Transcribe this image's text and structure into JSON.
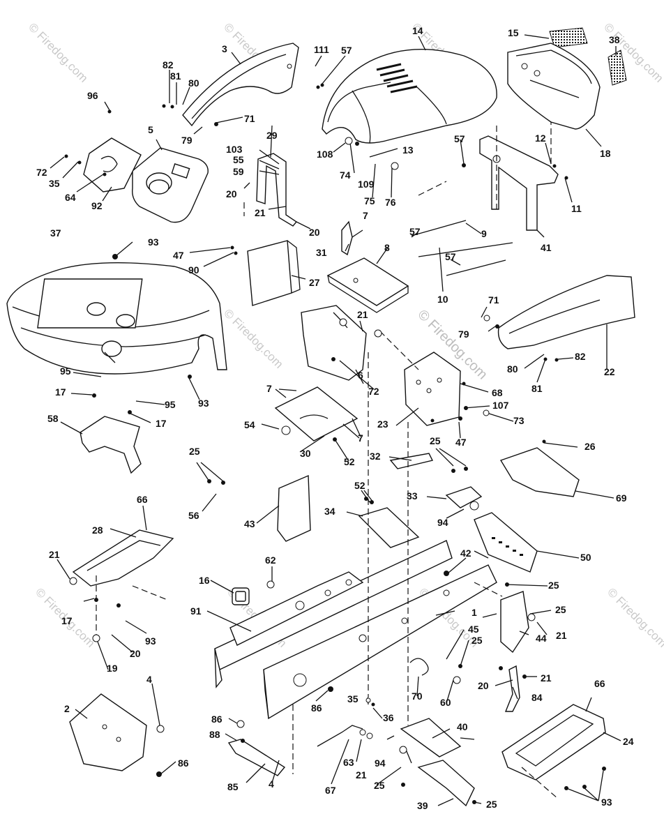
{
  "watermark": "© Firedog.com",
  "labels": [
    "1",
    "2",
    "3",
    "4",
    "5",
    "6",
    "7",
    "8",
    "9",
    "10",
    "11",
    "12",
    "13",
    "14",
    "15",
    "16",
    "17",
    "18",
    "19",
    "20",
    "21",
    "22",
    "23",
    "24",
    "25",
    "26",
    "27",
    "28",
    "29",
    "30",
    "31",
    "32",
    "33",
    "34",
    "35",
    "36",
    "37",
    "38",
    "39",
    "40",
    "41",
    "42",
    "43",
    "44",
    "45",
    "47",
    "50",
    "52",
    "54",
    "55",
    "56",
    "57",
    "58",
    "59",
    "60",
    "62",
    "63",
    "64",
    "66",
    "67",
    "68",
    "69",
    "70",
    "71",
    "72",
    "73",
    "74",
    "75",
    "76",
    "79",
    "80",
    "81",
    "82",
    "84",
    "85",
    "86",
    "88",
    "90",
    "91",
    "92",
    "93",
    "94",
    "95",
    "96",
    "103",
    "107",
    "108",
    "109",
    "111"
  ]
}
